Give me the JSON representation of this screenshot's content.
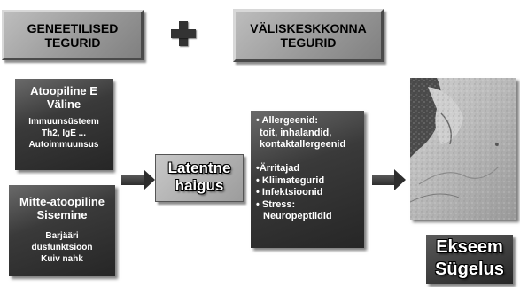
{
  "header": {
    "genetic": "GENEETILISED TEGURID",
    "environment": "VÄLISKESKKONNA TEGURID"
  },
  "atopic": {
    "title_line1": "Atoopiline E",
    "title_line2": "Väline",
    "lines": [
      "Immuunsüsteem",
      "Th2, IgE ...",
      "Autoimmuunsus"
    ]
  },
  "nonatopic": {
    "title_line1": "Mitte-atoopiline",
    "title_line2": "Sisemine",
    "lines": [
      "Barjääri",
      "düsfunktsioon",
      "Kuiv  nahk"
    ]
  },
  "latent": {
    "line1": "Latentne",
    "line2": "haigus"
  },
  "factors": {
    "items": [
      "• Allergeenid:",
      "toit, inhalandid,",
      "kontaktallergeenid",
      "",
      "•Ärritajad",
      "• Kliimategurid",
      "• Infektsioonid",
      "• Stress:",
      "Neuropeptiidid"
    ]
  },
  "result": {
    "line1": "Ekseem",
    "line2": "Sügelus"
  },
  "colors": {
    "dark_box": "#2e2e2e",
    "header_box": "#a0a0a0"
  }
}
